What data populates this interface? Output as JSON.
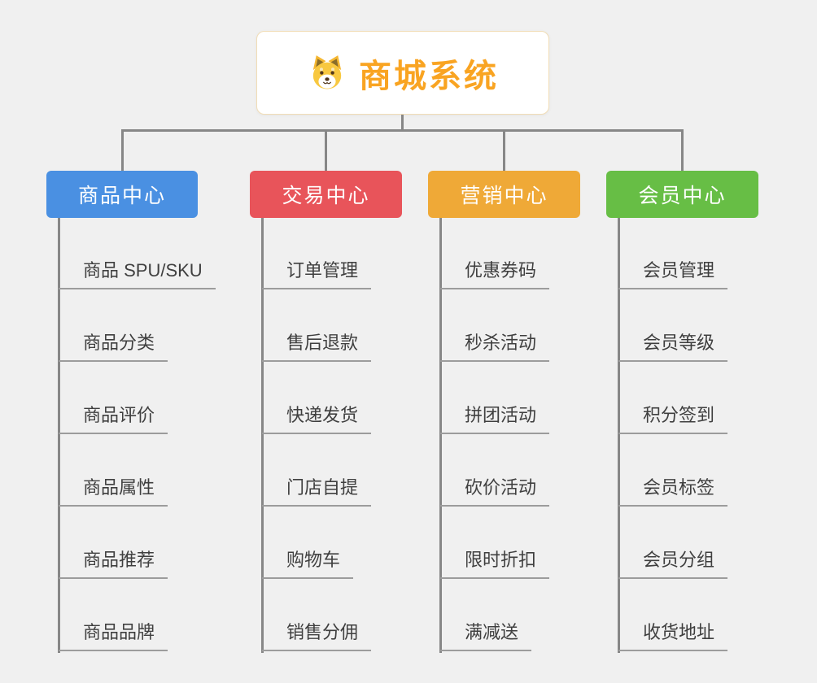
{
  "root": {
    "title": "商城系统",
    "title_color": "#F9A422",
    "icon": "shiba-dog-icon",
    "border_color": "#F1DDB6"
  },
  "branches": [
    {
      "label": "商品中心",
      "color": "#4A90E2",
      "children": [
        "商品 SPU/SKU",
        "商品分类",
        "商品评价",
        "商品属性",
        "商品推荐",
        "商品品牌"
      ]
    },
    {
      "label": "交易中心",
      "color": "#E8545A",
      "children": [
        "订单管理",
        "售后退款",
        "快递发货",
        "门店自提",
        "购物车",
        "销售分佣"
      ]
    },
    {
      "label": "营销中心",
      "color": "#EFA937",
      "children": [
        "优惠券码",
        "秒杀活动",
        "拼团活动",
        "砍价活动",
        "限时折扣",
        "满减送"
      ]
    },
    {
      "label": "会员中心",
      "color": "#67BE45",
      "children": [
        "会员管理",
        "会员等级",
        "积分签到",
        "会员标签",
        "会员分组",
        "收货地址"
      ]
    }
  ],
  "connector_color": "#878787",
  "underline_color": "#9C9C9C",
  "background_color": "#F0F0F0"
}
